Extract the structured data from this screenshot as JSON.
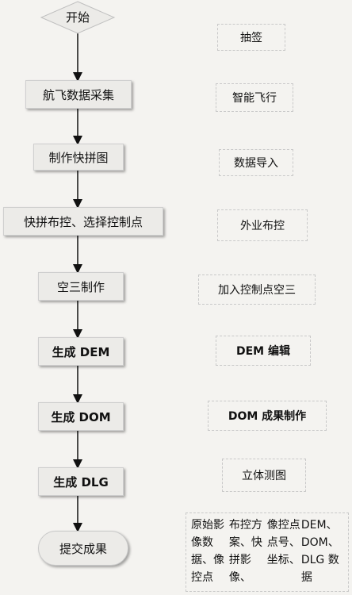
{
  "flow": {
    "start": "开始",
    "steps": [
      "航飞数据采集",
      "制作快拼图",
      "快拼布控、选择控制点",
      "空三制作",
      "生成 DEM",
      "生成 DOM",
      "生成 DLG"
    ],
    "end": "提交成果"
  },
  "notes": [
    "抽签",
    "智能飞行",
    "数据导入",
    "外业布控",
    "加入控制点空三",
    "DEM 编辑",
    "DOM 成果制作",
    "立体测图"
  ],
  "deliverables": [
    "原始影像数据、像控点",
    "布控方案、快拼影像、",
    "像控点点号、坐标、",
    "DEM、DOM、DLG 数据"
  ]
}
